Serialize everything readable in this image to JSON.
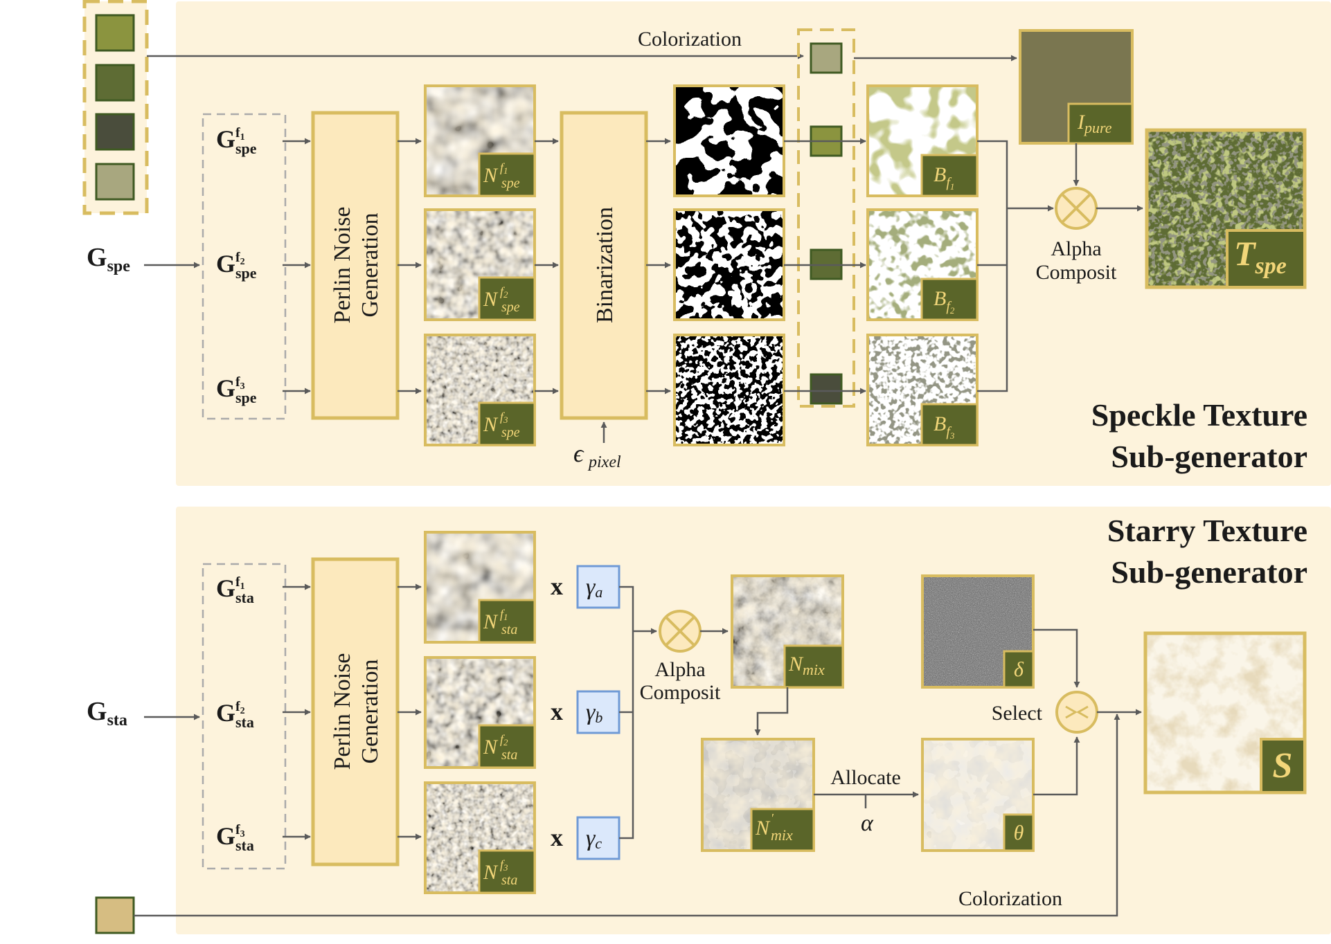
{
  "speckle": {
    "title_line1": "Speckle Texture",
    "title_line2": "Sub-generator",
    "input_main": "G",
    "input_main_sub": "spe",
    "inputs": [
      {
        "base": "G",
        "sup": "f",
        "sup_sub": "1",
        "sub": "spe"
      },
      {
        "base": "G",
        "sup": "f",
        "sup_sub": "2",
        "sub": "spe"
      },
      {
        "base": "G",
        "sup": "f",
        "sup_sub": "3",
        "sub": "spe"
      }
    ],
    "perlin_line1": "Perlin Noise",
    "perlin_line2": "Generation",
    "binarization": "Binarization",
    "epsilon": "ϵ",
    "epsilon_sub": "pixel",
    "noise_tags": [
      {
        "base": "N",
        "sup": "f",
        "sup_sub": "1",
        "sub": "spe"
      },
      {
        "base": "N",
        "sup": "f",
        "sup_sub": "2",
        "sub": "spe"
      },
      {
        "base": "N",
        "sup": "f",
        "sup_sub": "3",
        "sub": "spe"
      }
    ],
    "binary_tags": [
      {
        "base": "B",
        "sub": "f",
        "sub_sub": "1"
      },
      {
        "base": "B",
        "sub": "f",
        "sub_sub": "2"
      },
      {
        "base": "B",
        "sub": "f",
        "sub_sub": "3"
      }
    ],
    "colorization": "Colorization",
    "pure_tag": {
      "base": "I",
      "sub": "pure"
    },
    "alpha_line1": "Alpha",
    "alpha_line2": "Composit",
    "output_tag": {
      "base": "T",
      "sub": "spe"
    }
  },
  "starry": {
    "title_line1": "Starry Texture",
    "title_line2": "Sub-generator",
    "input_main": "G",
    "input_main_sub": "sta",
    "inputs": [
      {
        "base": "G",
        "sup": "f",
        "sup_sub": "1",
        "sub": "sta"
      },
      {
        "base": "G",
        "sup": "f",
        "sup_sub": "2",
        "sub": "sta"
      },
      {
        "base": "G",
        "sup": "f",
        "sup_sub": "3",
        "sub": "sta"
      }
    ],
    "perlin_line1": "Perlin Noise",
    "perlin_line2": "Generation",
    "noise_tags": [
      {
        "base": "N",
        "sup": "f",
        "sup_sub": "1",
        "sub": "sta"
      },
      {
        "base": "N",
        "sup": "f",
        "sup_sub": "2",
        "sub": "sta"
      },
      {
        "base": "N",
        "sup": "f",
        "sup_sub": "3",
        "sub": "sta"
      }
    ],
    "times": "x",
    "gammas": [
      {
        "base": "γ",
        "sub": "a"
      },
      {
        "base": "γ",
        "sub": "b"
      },
      {
        "base": "γ",
        "sub": "c"
      }
    ],
    "alpha_line1": "Alpha",
    "alpha_line2": "Composit",
    "mix_tag": {
      "base": "N",
      "sub": "mix"
    },
    "mix_prime_tag": {
      "base": "N",
      "sup": "′",
      "sub": "mix"
    },
    "allocate": "Allocate",
    "alpha_symbol": "α",
    "delta_tag": "δ",
    "theta_tag": "θ",
    "select": "Select",
    "colorization": "Colorization",
    "output_tag": "S"
  },
  "colors": {
    "panel_bg": "#fdf3dc",
    "box_fill": "#fce9bd",
    "gold": "#d8bc60",
    "tag_bg": "#5a6529",
    "tag_text": "#f2d679",
    "gamma_fill": "#dbe8fb",
    "gamma_stroke": "#6f9ad6",
    "arrow": "#5a5a5a",
    "palette": [
      "#8b943f",
      "#5e6c34",
      "#4a4d3c",
      "#a8a77f"
    ],
    "starry_swatch": "#d6bd82",
    "pure_color": "#7a7650"
  }
}
